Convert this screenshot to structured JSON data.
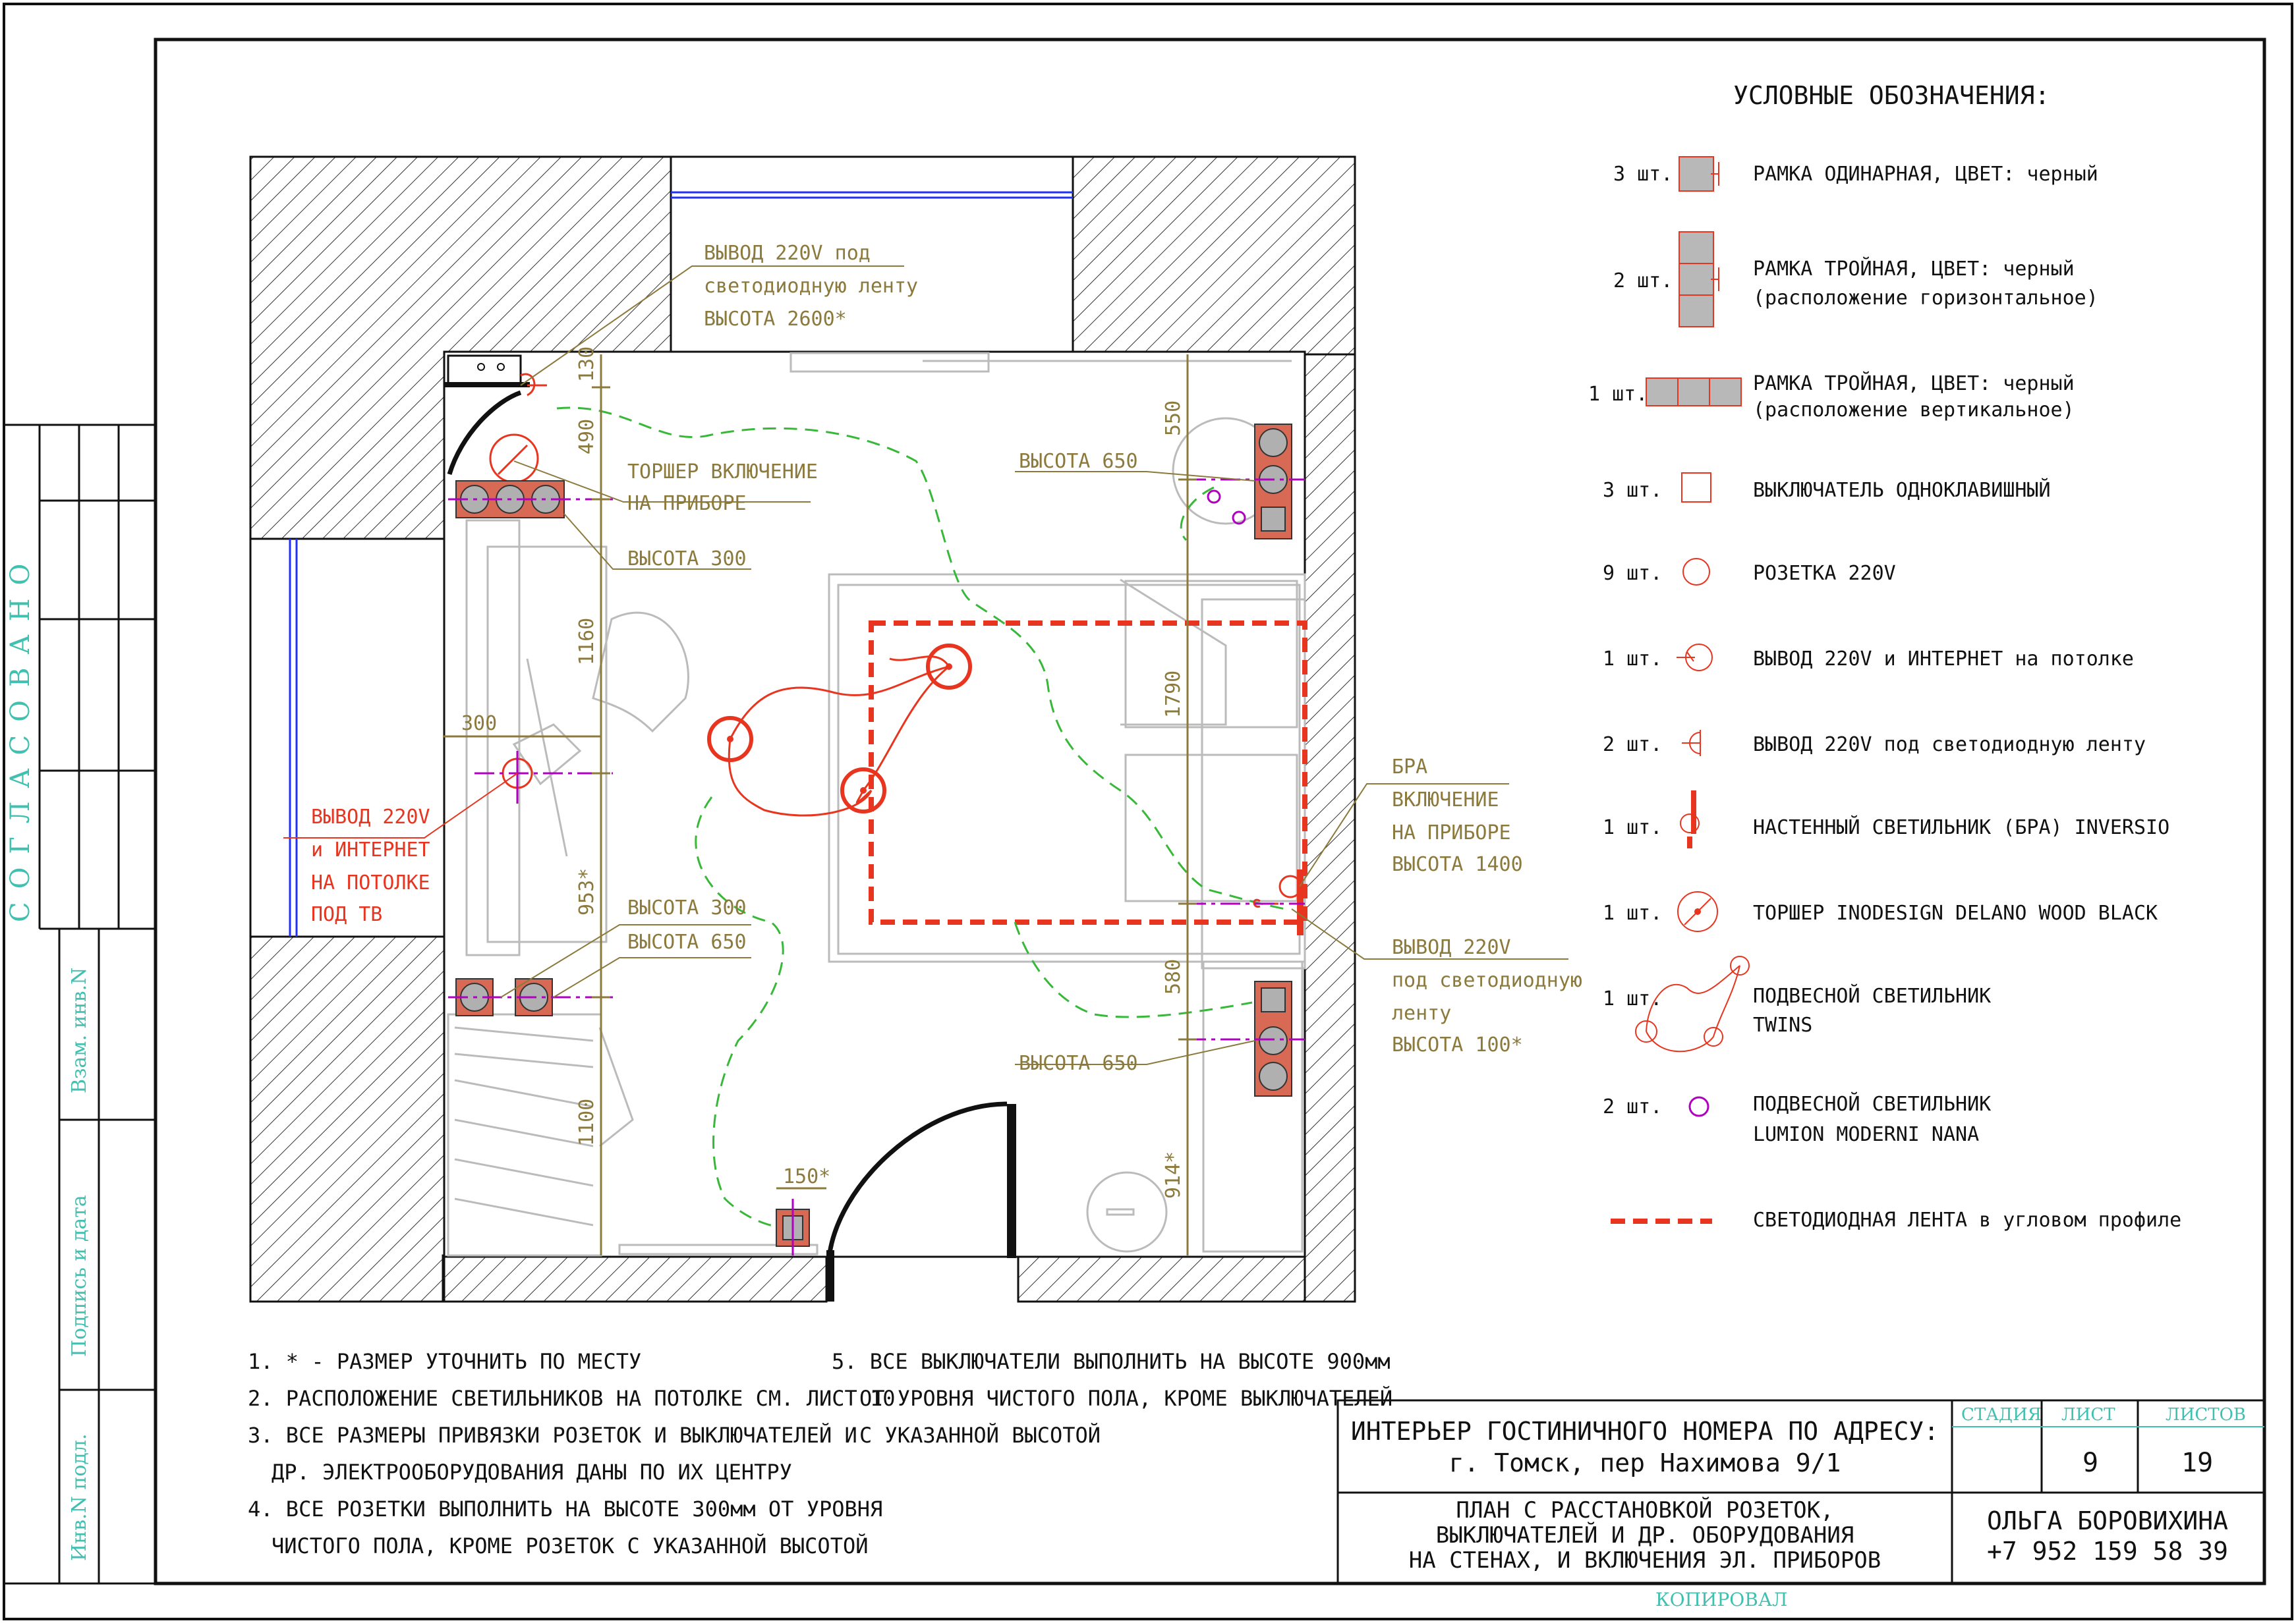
{
  "colors": {
    "ink": "#111111",
    "red": "#e8351f",
    "olive": "#8c7a3c",
    "green_wire": "#38b838",
    "cyan": "#40c0b0",
    "magenta": "#b000c0",
    "blue": "#2040ff",
    "socket_fill": "#b8b8b8"
  },
  "legend": {
    "title": "УСЛОВНЫЕ ОБОЗНАЧЕНИЯ:",
    "items": [
      {
        "qty": "3 шт.",
        "line1": "РАМКА ОДИНАРНАЯ, ЦВЕТ: черный",
        "line2": "",
        "icon": "single-frame-icon"
      },
      {
        "qty": "2 шт.",
        "line1": "РАМКА ТРОЙНАЯ, ЦВЕТ: черный",
        "line2": "(расположение горизонтальное)",
        "icon": "triple-frame-vertical-icon"
      },
      {
        "qty": "1 шт.",
        "line1": "РАМКА ТРОЙНАЯ, ЦВЕТ: черный",
        "line2": "(расположение вертикальное)",
        "icon": "triple-frame-horizontal-icon"
      },
      {
        "qty": "3 шт.",
        "line1": "ВЫКЛЮЧАТЕЛЬ ОДНОКЛАВИШНЫЙ",
        "line2": "",
        "icon": "switch-icon"
      },
      {
        "qty": "9 шт.",
        "line1": "РОЗЕТКА 220V",
        "line2": "",
        "icon": "socket-icon"
      },
      {
        "qty": "1 шт.",
        "line1": "ВЫВОД 220V и ИНТЕРНЕТ на потолке",
        "line2": "",
        "icon": "ceiling-outlet-icon"
      },
      {
        "qty": "2 шт.",
        "line1": "ВЫВОД 220V под светодиодную ленту",
        "line2": "",
        "icon": "led-outlet-icon"
      },
      {
        "qty": "1 шт.",
        "line1": "НАСТЕННЫЙ СВЕТИЛЬНИК (БРА) INVERSIO",
        "line2": "",
        "icon": "wall-lamp-icon"
      },
      {
        "qty": "1 шт.",
        "line1": "ТОРШЕР INODESIGN DELANO WOOD BLACK",
        "line2": "",
        "icon": "floor-lamp-icon"
      },
      {
        "qty": "1 шт.",
        "line1": "ПОДВЕСНОЙ СВЕТИЛЬНИК",
        "line2": "TWINS",
        "icon": "pendant-twins-icon"
      },
      {
        "qty": "2 шт.",
        "line1": "ПОДВЕСНОЙ СВЕТИЛЬНИК",
        "line2": "LUMION MODERNI NANA",
        "icon": "pendant-nana-icon"
      },
      {
        "qty": "",
        "line1": "СВЕТОДИОДНАЯ ЛЕНТА в угловом профиле",
        "line2": "",
        "icon": "led-strip-icon"
      }
    ]
  },
  "plan": {
    "dimensions": {
      "d130": "130",
      "d490": "490",
      "d1160": "1160",
      "d300h": "300",
      "d953": "953*",
      "d1100": "1100",
      "d150": "150*",
      "d550": "550",
      "d1790": "1790",
      "d580": "580",
      "d914": "914*"
    },
    "callouts": {
      "led_outlet_top": [
        "ВЫВОД 220V под",
        "светодиодную ленту",
        "ВЫСОТА 2600*"
      ],
      "floor_lamp": [
        "ТОРШЕР ВКЛЮЧЕНИЕ",
        "НА ПРИБОРЕ"
      ],
      "height300_top": "ВЫСОТА 300",
      "tv_outlet": [
        "ВЫВОД 220V",
        "и ИНТЕРНЕТ",
        "НА ПОТОЛКЕ",
        "ПОД ТВ"
      ],
      "height300_mid": "ВЫСОТА 300",
      "height650_left": "ВЫСОТА 650",
      "height650_right_top": "ВЫСОТА 650",
      "bra": [
        "БРА",
        "ВКЛЮЧЕНИЕ",
        "НА ПРИБОРЕ",
        "ВЫСОТА 1400"
      ],
      "led_outlet_right": [
        "ВЫВОД 220V",
        "под светодиодную",
        "ленту",
        "ВЫСОТА 100*"
      ],
      "height650_right_bottom": "ВЫСОТА 650"
    }
  },
  "notes": {
    "left": [
      "1. * - РАЗМЕР УТОЧНИТЬ ПО МЕСТУ",
      "2. РАСПОЛОЖЕНИЕ СВЕТИЛЬНИКОВ НА ПОТОЛКЕ СМ. ЛИСТ 10",
      "3. ВСЕ РАЗМЕРЫ ПРИВЯЗКИ РОЗЕТОК И ВЫКЛЮЧАТЕЛЕЙ И",
      "ДР. ЭЛЕКТРООБОРУДОВАНИЯ  ДАНЫ ПО ИХ ЦЕНТРУ",
      "4. ВСЕ РОЗЕТКИ ВЫПОЛНИТЬ НА ВЫСОТЕ 300мм ОТ УРОВНЯ",
      "ЧИСТОГО ПОЛА, КРОМЕ РОЗЕТОК С УКАЗАННОЙ ВЫСОТОЙ"
    ],
    "right": [
      "5. ВСЕ ВЫКЛЮЧАТЕЛИ ВЫПОЛНИТЬ НА ВЫСОТЕ 900мм",
      "ОТ УРОВНЯ ЧИСТОГО ПОЛА, КРОМЕ ВЫКЛЮЧАТЕЛЕЙ",
      "С УКАЗАННОЙ ВЫСОТОЙ"
    ]
  },
  "title_block": {
    "project_line1": "ИНТЕРЬЕР ГОСТИНИЧНОГО НОМЕРА ПО АДРЕСУ:",
    "project_line2": "г. Томск, пер Нахимова 9/1",
    "sheet_line1": "ПЛАН С РАССТАНОВКОЙ РОЗЕТОК,",
    "sheet_line2": "ВЫКЛЮЧАТЕЛЕЙ И ДР. ОБОРУДОВАНИЯ",
    "sheet_line3": "НА СТЕНАХ, И ВКЛЮЧЕНИЯ ЭЛ. ПРИБОРОВ",
    "stage_label": "СТАДИЯ",
    "sheet_label": "ЛИСТ",
    "sheets_label": "ЛИСТОВ",
    "sheet_no": "9",
    "sheets_total": "19",
    "author": "ОЛЬГА БОРОВИХИНА",
    "phone": "+7 952 159 58 39",
    "copied": "КОПИРОВАЛ"
  },
  "side_stamp": {
    "agreed": "СОГЛАСОВАНО",
    "ref_inv": "Взам. инв.N",
    "sign_date": "Подпись и дата",
    "inv_orig": "Инв.N подл."
  }
}
